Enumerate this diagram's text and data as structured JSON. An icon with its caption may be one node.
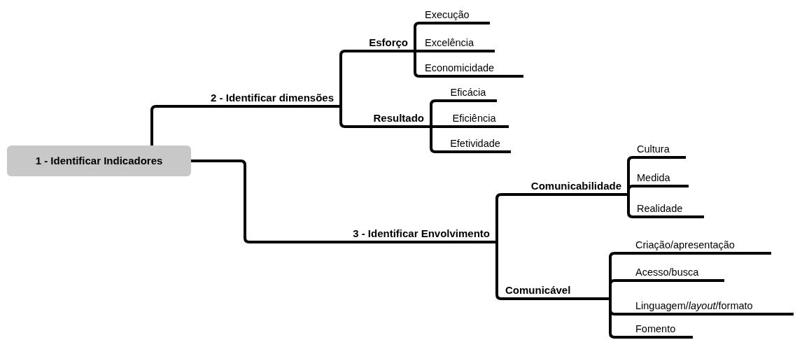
{
  "diagram": {
    "nodes": [
      {
        "text": [
          "1 - Identificar Indicadores"
        ]
      },
      {
        "text": [
          "2 - Identificar dimensões"
        ]
      },
      {
        "text": [
          "Esforço"
        ]
      },
      {
        "text": [
          "Execução"
        ]
      },
      {
        "text": [
          "Excelência"
        ]
      },
      {
        "text": [
          "Economicidade"
        ]
      },
      {
        "text": [
          "Resultado"
        ]
      },
      {
        "text": [
          "Eficácia"
        ]
      },
      {
        "text": [
          "Eficiência"
        ]
      },
      {
        "text": [
          "Efetividade"
        ]
      },
      {
        "text": [
          "3 - Identificar Envolvimento"
        ]
      },
      {
        "text": [
          "Comunicabilidade"
        ]
      },
      {
        "text": [
          "Cultura"
        ]
      },
      {
        "text": [
          "Medida"
        ]
      },
      {
        "text": [
          "Realidade"
        ]
      },
      {
        "text": [
          "Comunicável"
        ]
      },
      {
        "text": [
          "Criação/apresentação"
        ]
      },
      {
        "text": [
          "Acesso/busca"
        ]
      },
      {
        "text": [
          "Linguagem/*layout*/formato"
        ]
      },
      {
        "text": [
          "Fomento"
        ]
      }
    ],
    "edges": [
      {
        "from": 0,
        "to": 1,
        "arrow": "none"
      },
      {
        "from": 1,
        "to": 2,
        "arrow": "none"
      },
      {
        "from": 2,
        "to": 3,
        "arrow": "none"
      },
      {
        "from": 2,
        "to": 4,
        "arrow": "none"
      },
      {
        "from": 2,
        "to": 5,
        "arrow": "none"
      },
      {
        "from": 1,
        "to": 6,
        "arrow": "none"
      },
      {
        "from": 6,
        "to": 7,
        "arrow": "none"
      },
      {
        "from": 6,
        "to": 8,
        "arrow": "none"
      },
      {
        "from": 6,
        "to": 9,
        "arrow": "none"
      },
      {
        "from": 0,
        "to": 10,
        "arrow": "none"
      },
      {
        "from": 10,
        "to": 11,
        "arrow": "none"
      },
      {
        "from": 11,
        "to": 12,
        "arrow": "none"
      },
      {
        "from": 11,
        "to": 13,
        "arrow": "none"
      },
      {
        "from": 11,
        "to": 14,
        "arrow": "none"
      },
      {
        "from": 10,
        "to": 15,
        "arrow": "none"
      },
      {
        "from": 15,
        "to": 16,
        "arrow": "none"
      },
      {
        "from": 15,
        "to": 17,
        "arrow": "none"
      },
      {
        "from": 15,
        "to": 18,
        "arrow": "none"
      },
      {
        "from": 15,
        "to": 19,
        "arrow": "none"
      }
    ]
  }
}
